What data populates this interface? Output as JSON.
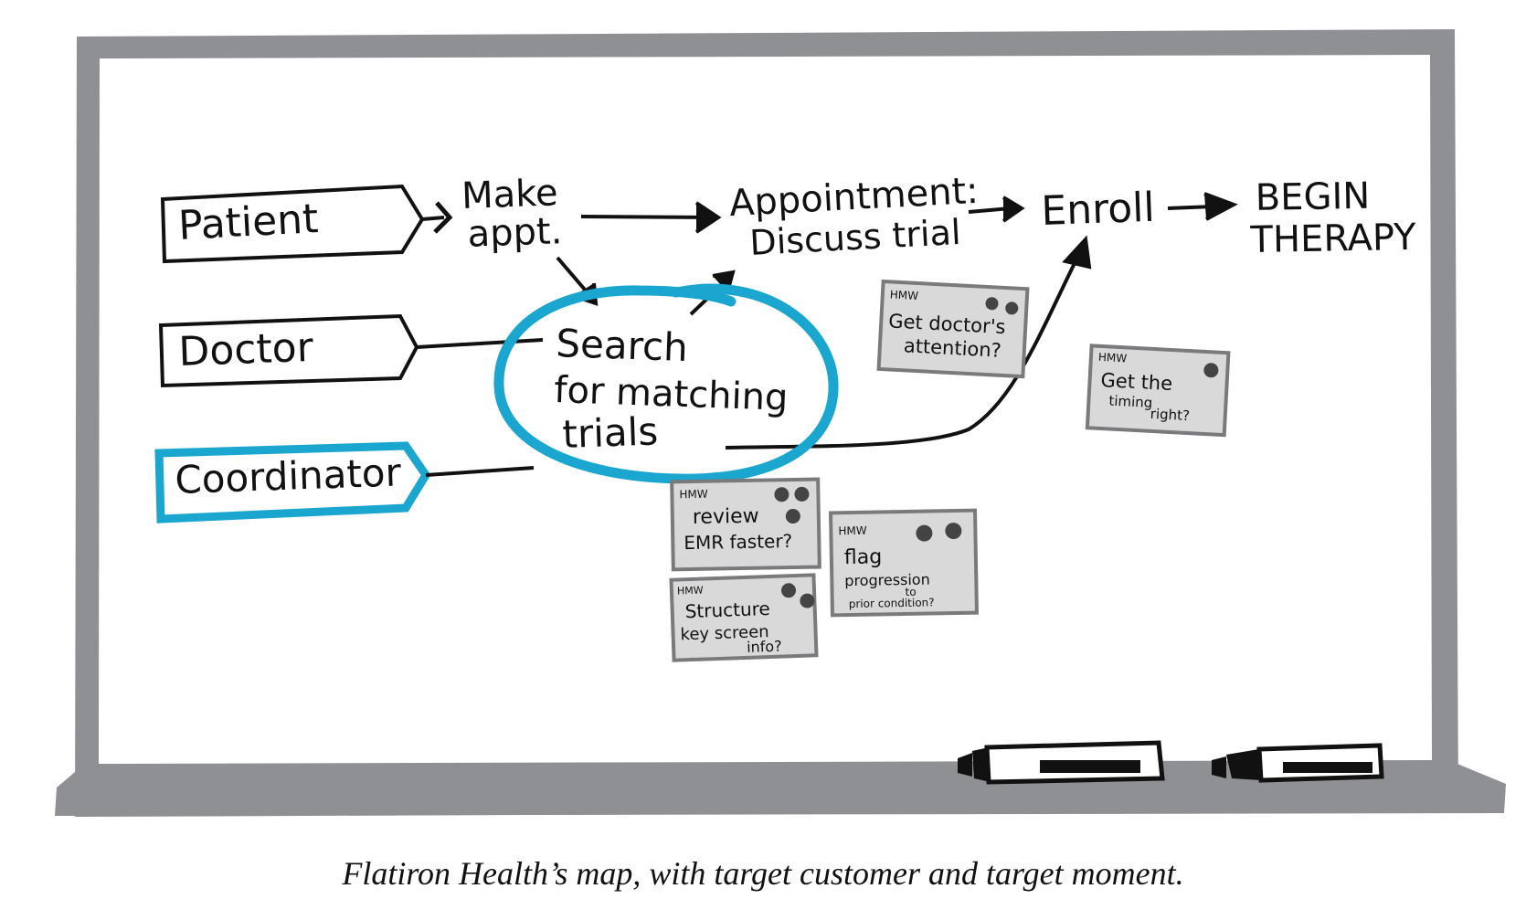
{
  "lanes": {
    "patient": "Patient",
    "doctor": "Doctor",
    "coordinator": "Coordinator"
  },
  "steps": {
    "make_appt": [
      "Make",
      "appt."
    ],
    "appointment": [
      "Appointment:",
      "Discuss trial"
    ],
    "enroll": "Enroll",
    "begin_therapy": [
      "BEGIN",
      "THERAPY"
    ],
    "search": [
      "Search",
      "for matching",
      "trials"
    ]
  },
  "notes": {
    "doctors_attention": {
      "tag": "HMW",
      "lines": [
        "Get doctor's",
        "attention?"
      ]
    },
    "timing": {
      "tag": "HMW",
      "lines": [
        "Get the",
        "timing",
        "right?"
      ]
    },
    "review_emr": {
      "tag": "HMW",
      "lines": [
        "review",
        "EMR faster?"
      ]
    },
    "flag_progression": {
      "tag": "HMW",
      "lines": [
        "flag",
        "progression",
        "to",
        "prior condition?"
      ]
    },
    "structure_screen": {
      "tag": "HMW",
      "lines": [
        "Structure",
        "key screen",
        "info?"
      ]
    }
  },
  "caption": "Flatiron Health’s map, with target customer and target moment.",
  "colors": {
    "frame": "#8f9093",
    "highlight": "#1aa6cf",
    "ink": "#111111",
    "note_fill": "#d9d9da",
    "note_border": "#7a7a7d"
  }
}
